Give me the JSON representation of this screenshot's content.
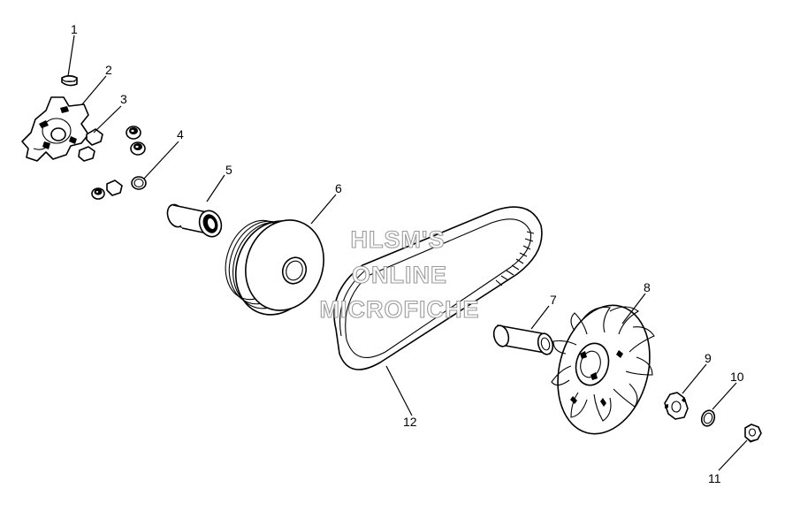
{
  "diagram": {
    "callouts": [
      {
        "id": "part-1",
        "label": "1"
      },
      {
        "id": "part-2",
        "label": "2"
      },
      {
        "id": "part-3",
        "label": "3"
      },
      {
        "id": "part-4",
        "label": "4"
      },
      {
        "id": "part-5",
        "label": "5"
      },
      {
        "id": "part-6",
        "label": "6"
      },
      {
        "id": "part-7",
        "label": "7"
      },
      {
        "id": "part-8",
        "label": "8"
      },
      {
        "id": "part-9",
        "label": "9"
      },
      {
        "id": "part-10",
        "label": "10"
      },
      {
        "id": "part-11",
        "label": "11"
      },
      {
        "id": "part-12",
        "label": "12"
      }
    ],
    "watermark": {
      "line1": "HLSM'S",
      "line2": "ONLINE",
      "line3": "MICROFICHE",
      "color": "#9a9a9a"
    },
    "colors": {
      "ink": "#000000",
      "paper": "#ffffff"
    }
  }
}
